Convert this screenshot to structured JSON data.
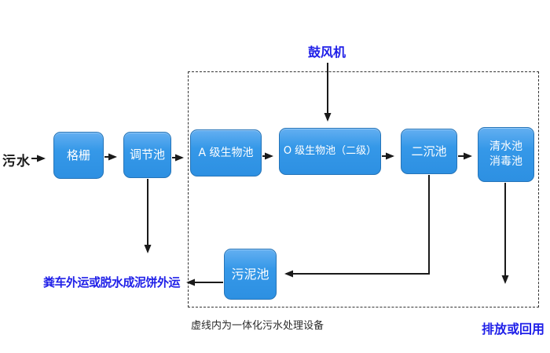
{
  "flow": {
    "input_label": "污水",
    "blower_label": "鼓风机",
    "nodes": {
      "grid": {
        "label": "格栅"
      },
      "regulation": {
        "label": "调节池"
      },
      "a_bio": {
        "label": "A 级生物池"
      },
      "o_bio": {
        "label": "O 级生物池（二级）"
      },
      "secondary_sedimentation": {
        "label": "二沉池"
      },
      "clear_water": {
        "line1": "清水池",
        "line2": "消毒池"
      },
      "sludge": {
        "label": "污泥池"
      }
    },
    "outputs": {
      "sludge_disposal": "粪车外运或脱水成泥饼外运",
      "discharge": "排放或回用"
    },
    "caption": "虚线内为一体化污水处理设备"
  },
  "colors": {
    "node_fill": "#3598e8",
    "node_fill_light": "#63aff1",
    "node_border": "#2574b8",
    "node_text": "#ffffff",
    "blue_label": "#1f1fe8",
    "black_label": "#1a1a1a",
    "arrow": "#1a1a1a",
    "background": "#ffffff",
    "dashed_border": "#333333"
  }
}
